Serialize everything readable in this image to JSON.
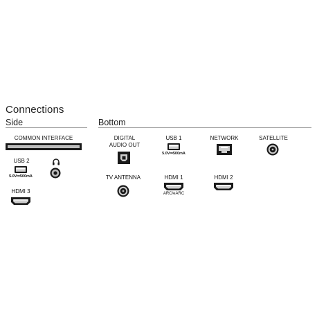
{
  "title": "Connections",
  "sections": {
    "side": "Side",
    "bottom": "Bottom"
  },
  "side": {
    "common_interface": "COMMON INTERFACE",
    "usb2_label": "USB 2",
    "usb2_power": "5.0V⎓500mA",
    "hdmi3_label": "HDMI 3"
  },
  "bottom": {
    "digital_audio_out": "DIGITAL\nAUDIO OUT",
    "usb1_label": "USB 1",
    "usb1_power": "5.0V⎓500mA",
    "network_label": "NETWORK",
    "satellite_label": "SATELLITE",
    "tv_antenna_label": "TV ANTENNA",
    "hdmi1_label": "HDMI 1",
    "hdmi1_sub": "ARC/eARC",
    "hdmi2_label": "HDMI 2"
  },
  "icons": [
    "common-interface-slot-icon",
    "usb-port-icon",
    "headphone-icon",
    "headphone-jack-icon",
    "hdmi-port-icon",
    "optical-port-icon",
    "ethernet-port-icon",
    "satellite-port-icon",
    "antenna-port-icon"
  ],
  "colors": {
    "port_dark": "#1a1a1a",
    "port_light": "#bdbdbd",
    "rule": "#9a9a9a"
  }
}
